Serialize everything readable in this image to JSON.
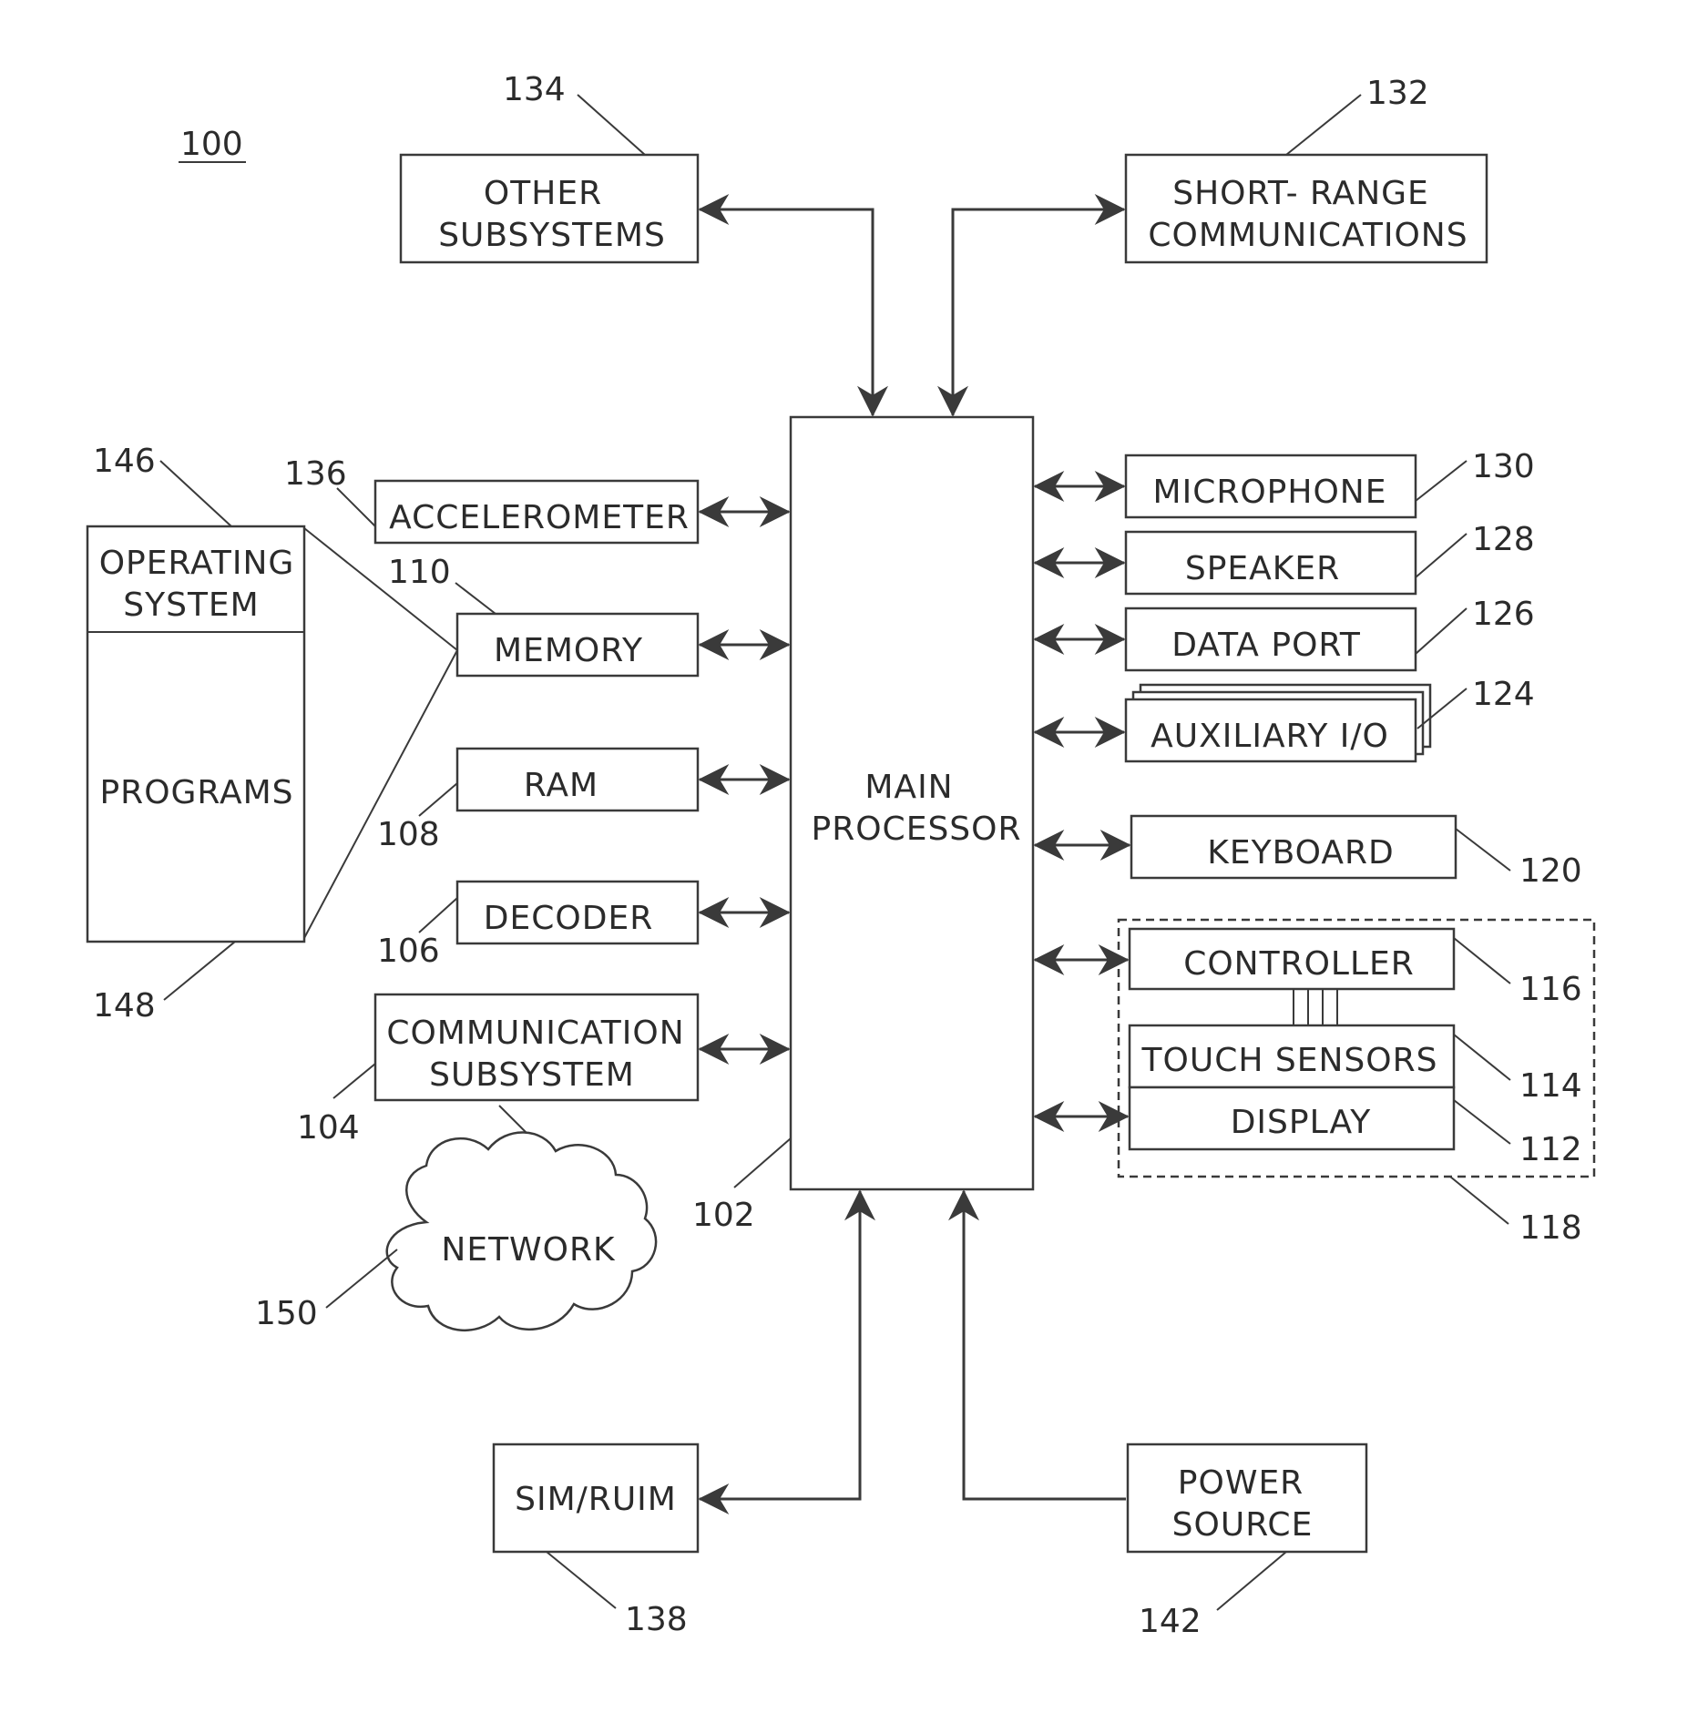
{
  "figure_ref": "100",
  "main_processor": {
    "ref": "102",
    "line1": "MAIN",
    "line2": "PROCESSOR"
  },
  "other_subsystems": {
    "ref": "134",
    "line1": "OTHER",
    "line2": "SUBSYSTEMS"
  },
  "short_range": {
    "ref": "132",
    "line1": "SHORT- RANGE",
    "line2": "COMMUNICATIONS"
  },
  "accelerometer": {
    "ref": "136",
    "label": "ACCELEROMETER"
  },
  "memory": {
    "ref": "110",
    "label": "MEMORY"
  },
  "ram": {
    "ref": "108",
    "label": "RAM"
  },
  "decoder": {
    "ref": "106",
    "label": "DECODER"
  },
  "communication_subsystem": {
    "ref": "104",
    "line1": "COMMUNICATION",
    "line2": "SUBSYSTEM"
  },
  "network": {
    "ref": "150",
    "label": "NETWORK"
  },
  "operating_system": {
    "ref": "146",
    "line1": "OPERATING",
    "line2": "SYSTEM"
  },
  "programs": {
    "ref": "148",
    "label": "PROGRAMS"
  },
  "microphone": {
    "ref": "130",
    "label": "MICROPHONE"
  },
  "speaker": {
    "ref": "128",
    "label": "SPEAKER"
  },
  "data_port": {
    "ref": "126",
    "label": "DATA PORT"
  },
  "auxiliary_io": {
    "ref": "124",
    "label": "AUXILIARY I/O"
  },
  "keyboard": {
    "ref": "120",
    "label": "KEYBOARD"
  },
  "controller": {
    "ref": "116",
    "label": "CONTROLLER"
  },
  "touch_sensors": {
    "ref": "114",
    "label": "TOUCH SENSORS"
  },
  "display": {
    "ref": "112",
    "label": "DISPLAY"
  },
  "touch_display_group": {
    "ref": "118"
  },
  "sim_ruim": {
    "ref": "138",
    "label": "SIM/RUIM"
  },
  "power_source": {
    "ref": "142",
    "line1": "POWER",
    "line2": "SOURCE"
  }
}
